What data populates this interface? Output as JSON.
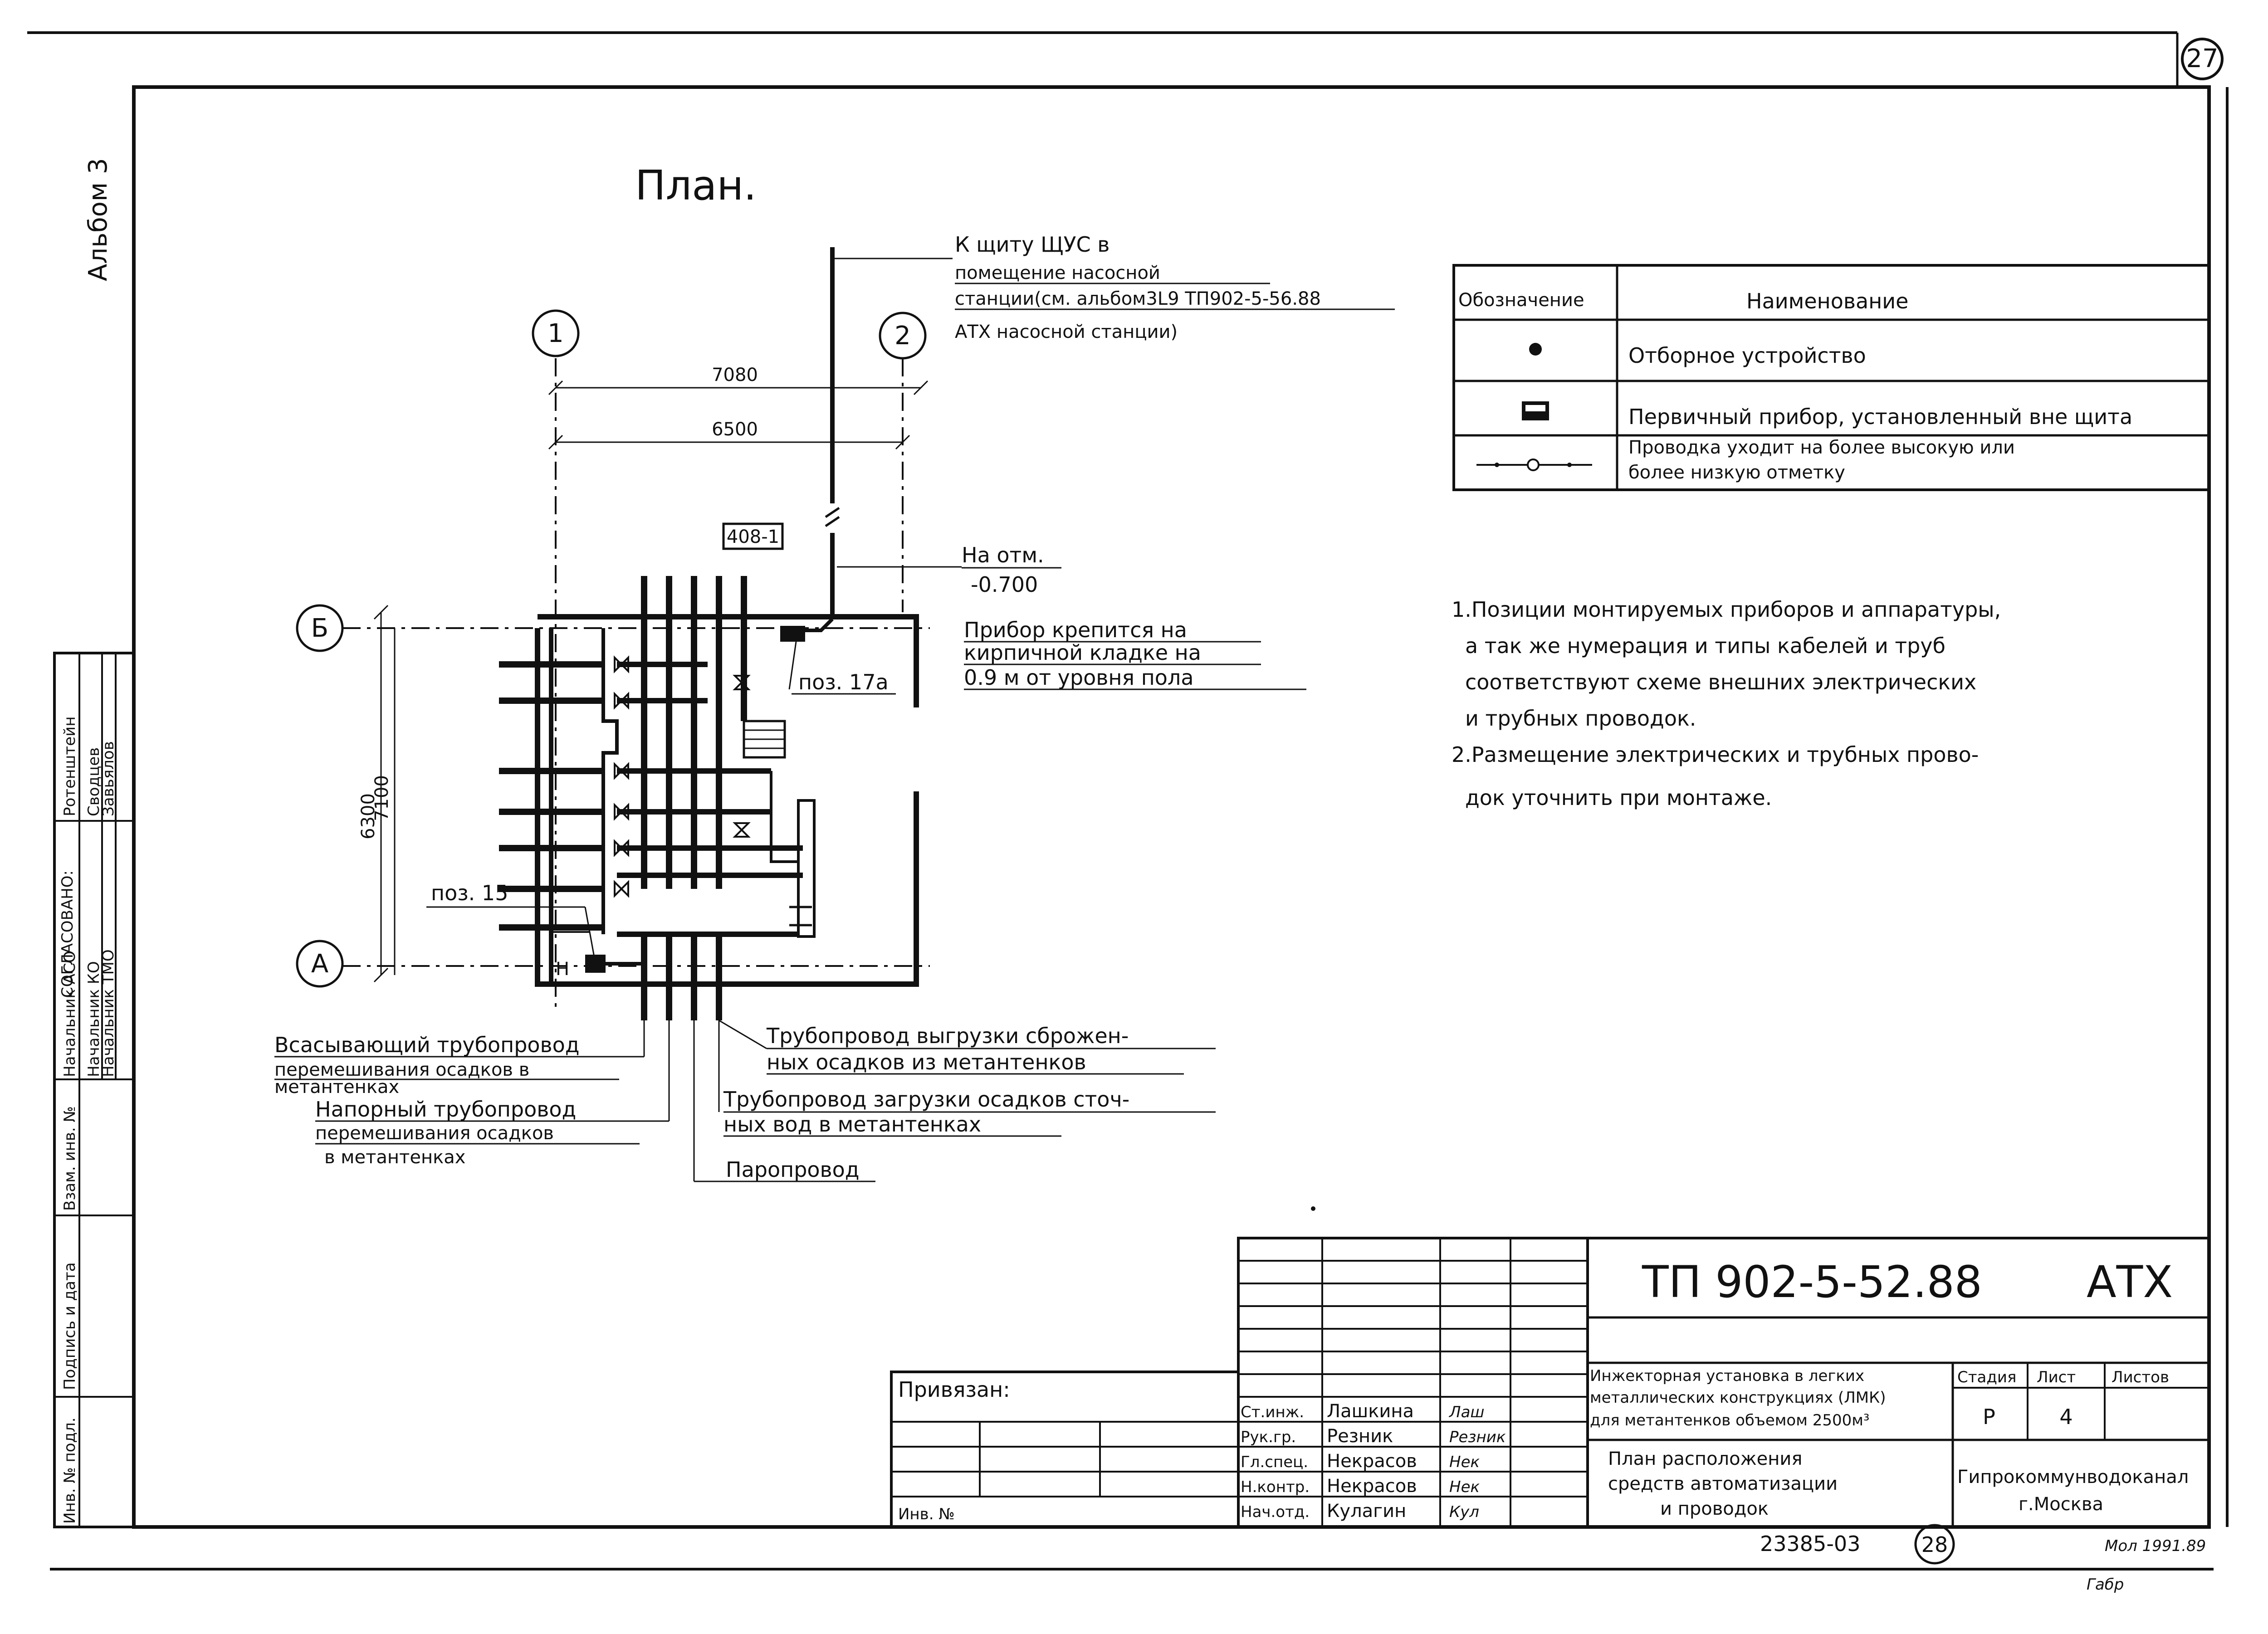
{
  "sheet_number": "27",
  "album_label": "Альбом 3",
  "plan_title": "План.",
  "axes": {
    "axis_1": "1",
    "axis_2": "2",
    "axis_b": "Б",
    "axis_a": "А"
  },
  "dimensions": {
    "dim_7080": "7080",
    "dim_6500": "6500",
    "dim_6300": "6300",
    "dim_7100": "7100"
  },
  "position_tag": "408-1",
  "mark_h": "Н",
  "leaders": {
    "to_panel": [
      "К щиту ЩУС в",
      "помещение насосной",
      "станции(см. альбом3L9 ТП902-5-56.88",
      "АТХ насосной станции)"
    ],
    "elevation": [
      "На отм.",
      "-0.700"
    ],
    "device_mount": [
      "Прибор крепится на",
      "кирпичной кладке на",
      "0.9 м от уровня пола"
    ],
    "poz17a": "поз. 17а",
    "poz15": "поз. 15",
    "suction": [
      "Всасывающий трубопровод",
      "перемешивания осадков в",
      "метантенках"
    ],
    "pressure": [
      "Напорный трубопровод",
      "перемешивания осадков",
      "в метантенках"
    ],
    "unload": [
      "Трубопровод выгрузки сброжен-",
      "ных осадков из метантенков"
    ],
    "load": [
      "Трубопровод загрузки осадков сточ-",
      "ных вод в метантенках"
    ],
    "steam": "Паропровод"
  },
  "legend": {
    "head_designation": "Обозначение",
    "head_name": "Наименование",
    "rows": [
      {
        "symbol": "dot-symbol",
        "name": "Отборное устройство"
      },
      {
        "symbol": "device-symbol",
        "name": "Первичный прибор, установленный вне щита"
      },
      {
        "symbol": "wire-symbol",
        "name": [
          "Проводка уходит на более высокую или",
          "более низкую отметку"
        ]
      }
    ]
  },
  "notes": [
    "1.Позиции монтируемых приборов и аппаратуры,",
    "а так же нумерация и типы кабелей и труб",
    "соответствуют схеме внешних электрических",
    "и трубных проводок.",
    "2.Размещение электрических и трубных прово-",
    "док уточнить при монтаже."
  ],
  "left_stamp": {
    "title": "СОГЛАСОВАНО:",
    "rows": [
      {
        "role": "Начальник АСО",
        "name": "Ротенштейн"
      },
      {
        "role": "Начальник КО",
        "name": "Сводцев"
      },
      {
        "role": "Начальник ТМО",
        "name": "Завьялов"
      }
    ],
    "zam_inv": "Взам. инв. №",
    "sign_date": "Подпись и дата",
    "inv_podl": "Инв. № подл."
  },
  "title_block": {
    "code": "ТП 902-5-52.88",
    "section": "АТХ",
    "privyazan": "Привязан:",
    "inv_no": "Инв. №",
    "project": [
      "Инжекторная установка в легких",
      "металлических конструкциях (ЛМК)",
      "для метантенков объемом 2500м³"
    ],
    "drawing": [
      "План расположения",
      "средств автоматизации",
      "и проводок"
    ],
    "stage_label": "Стадия",
    "sheet_label": "Лист",
    "sheets_label": "Листов",
    "stage": "Р",
    "sheet": "4",
    "organization": [
      "Гипрокоммунводоканал",
      "г.Москва"
    ],
    "signers": [
      {
        "role": "Ст.инж.",
        "name": "Лашкина",
        "sign": "Лаш"
      },
      {
        "role": "Рук.гр.",
        "name": "Резник",
        "sign": "Резник"
      },
      {
        "role": "Гл.спец.",
        "name": "Некрасов",
        "sign": "Нек"
      },
      {
        "role": "Н.контр.",
        "name": "Некрасов",
        "sign": "Нек"
      },
      {
        "role": "Нач.отд.",
        "name": "Кулагин",
        "sign": "Кул"
      }
    ],
    "archive_no": "23385-03",
    "page_no": "28"
  },
  "handwritten": {
    "note1": "Мол 1991.89",
    "note2": "Габр"
  }
}
